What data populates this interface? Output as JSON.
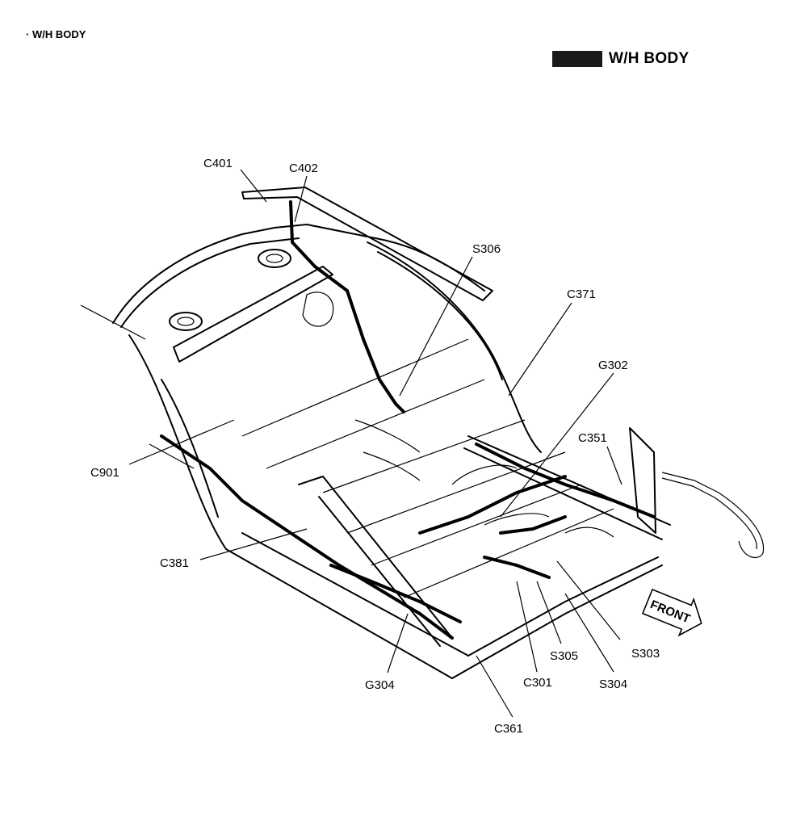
{
  "header": {
    "section_label": "· W/H BODY",
    "title": "W/H BODY"
  },
  "front_sign": "FRONT",
  "callouts": [
    {
      "id": "C401",
      "text": "C401"
    },
    {
      "id": "C402",
      "text": "C402"
    },
    {
      "id": "S306",
      "text": "S306"
    },
    {
      "id": "C371",
      "text": "C371"
    },
    {
      "id": "G302",
      "text": "G302"
    },
    {
      "id": "C351",
      "text": "C351"
    },
    {
      "id": "C901",
      "text": "C901"
    },
    {
      "id": "C381",
      "text": "C381"
    },
    {
      "id": "S303",
      "text": "S303"
    },
    {
      "id": "S305",
      "text": "S305"
    },
    {
      "id": "S304",
      "text": "S304"
    },
    {
      "id": "C301",
      "text": "C301"
    },
    {
      "id": "G304",
      "text": "G304"
    },
    {
      "id": "C361",
      "text": "C361"
    }
  ]
}
